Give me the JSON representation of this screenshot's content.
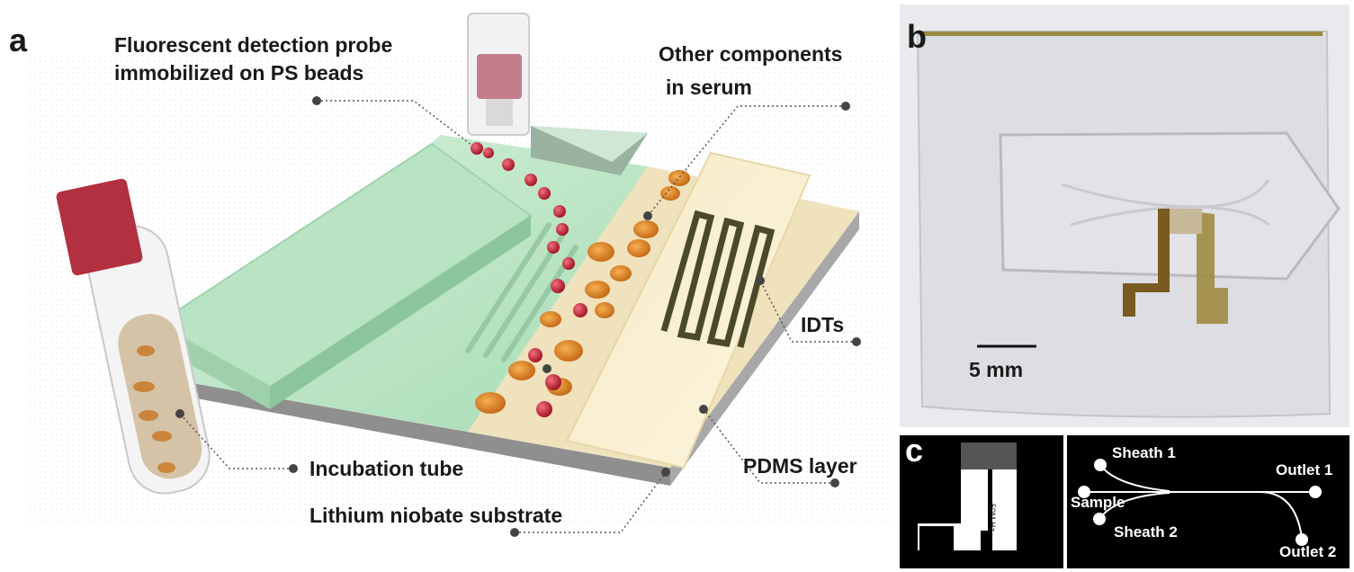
{
  "panels": {
    "a": "a",
    "b": "b",
    "c": "c"
  },
  "panel_a": {
    "probe_label_line1": "Fluorescent detection probe",
    "probe_label_line2": "immobilized on PS beads",
    "serum_label_line1": "Other components",
    "serum_label_line2": "in serum",
    "idts_label": "IDTs",
    "pdms_label": "PDMS layer",
    "tube_label": "Incubation tube",
    "substrate_label": "Lithium niobate substrate"
  },
  "panel_b": {
    "scale_bar": "5 mm"
  },
  "panel_c": {
    "chip_text": "50M Hz",
    "sheath1": "Sheath 1",
    "sheath2": "Sheath 2",
    "sample": "Sample",
    "outlet1": "Outlet 1",
    "outlet2": "Outlet 2"
  },
  "colors": {
    "channel_green": "#bfe6c8",
    "pdms_yellow": "#f5eccb",
    "substrate_grey": "#9a9a9a",
    "tube_cap_red": "#b23040",
    "bead_red": "#c8202e",
    "serum_orange": "#e8902a",
    "electrode_dark": "#4a4a2a",
    "panel_c_bg": "#000000"
  }
}
